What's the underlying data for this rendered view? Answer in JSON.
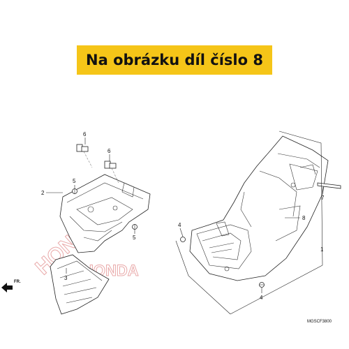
{
  "banner": {
    "text": "Na obrázku díl číslo 8"
  },
  "callouts": {
    "c1": "1",
    "c2": "2",
    "c3": "3",
    "c4a": "4",
    "c4b": "4",
    "c5a": "5",
    "c5b": "5",
    "c6a": "6",
    "c6b": "6",
    "c7": "7",
    "c8": "8"
  },
  "direction_label": "FR.",
  "reference_code": "MGSCF3800",
  "watermark": "HONDA",
  "highlighted_part": "8",
  "colors": {
    "banner": "#f5c518",
    "watermark": "#e9a9a9"
  }
}
